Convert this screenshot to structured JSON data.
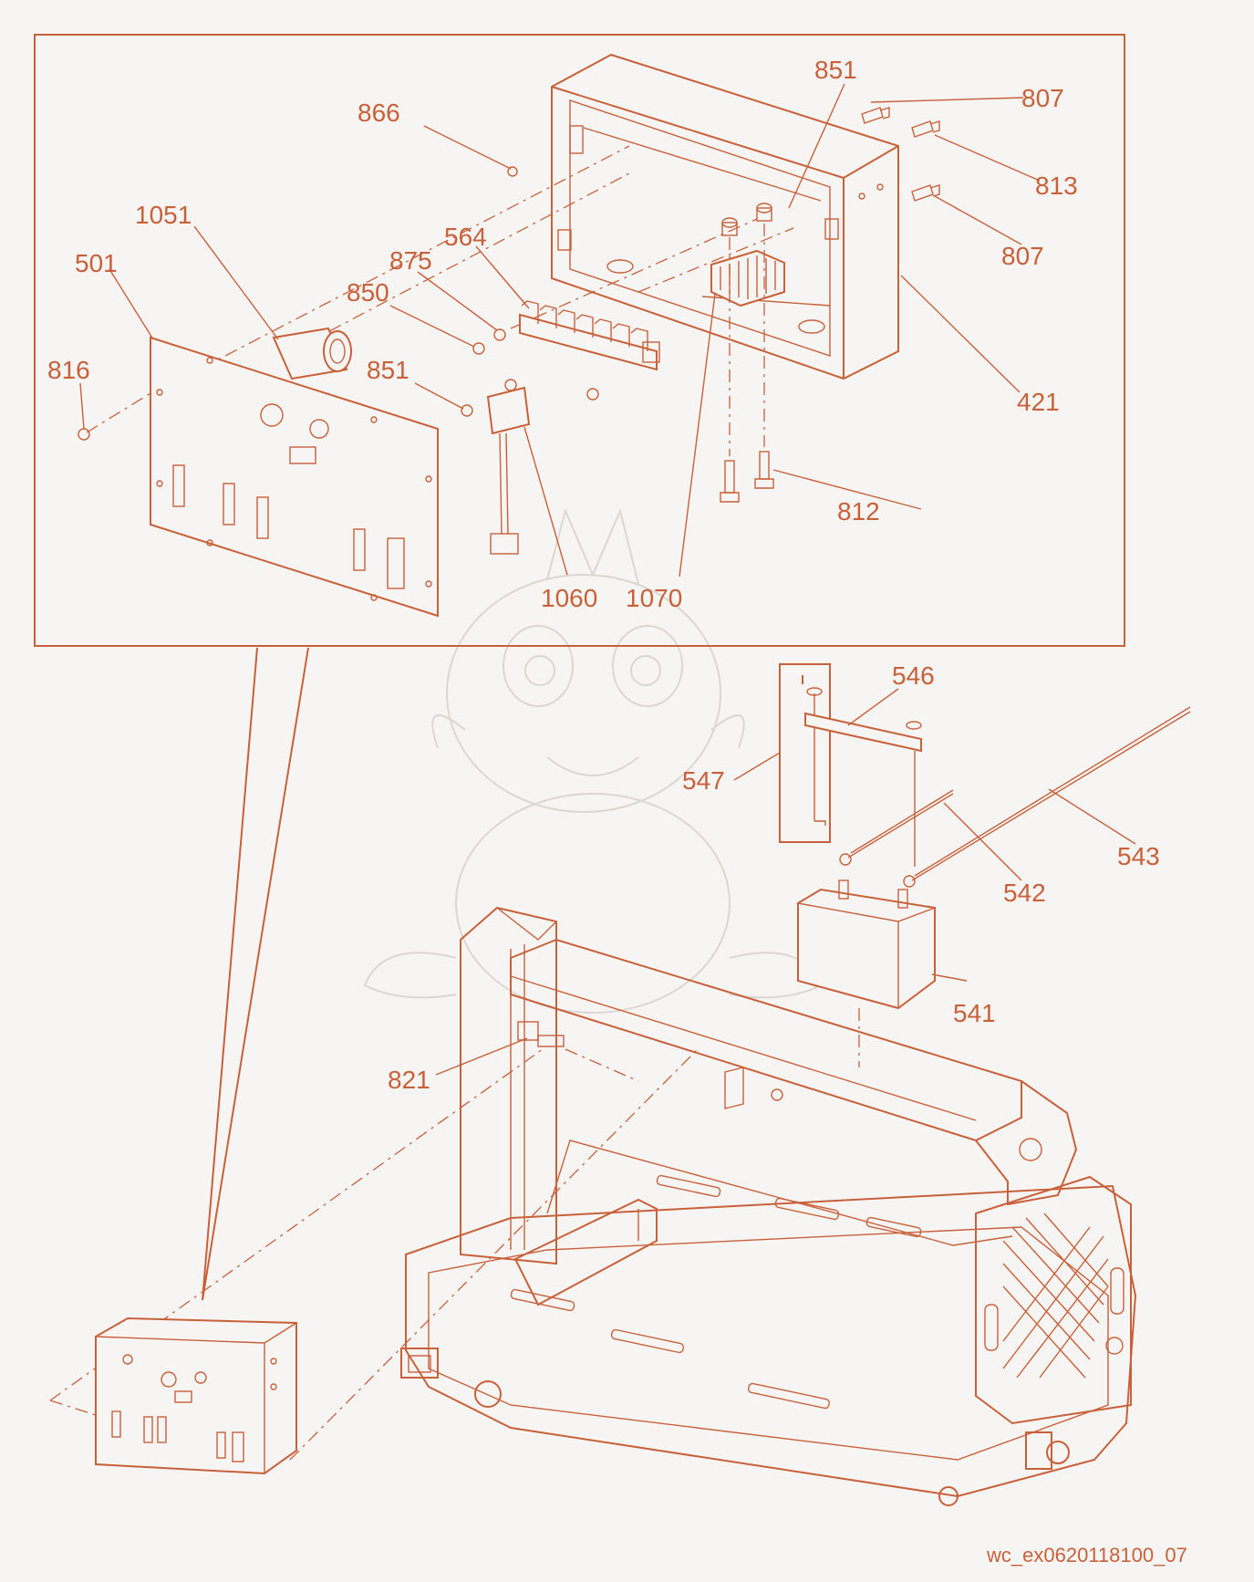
{
  "diagram": {
    "accent_color": "#c8603a",
    "background_color": "#f7f5f3",
    "callouts": {
      "c807a": "807",
      "c813": "813",
      "c807b": "807",
      "c851a": "851",
      "c866": "866",
      "c1051": "1051",
      "c501": "501",
      "c875": "875",
      "c564": "564",
      "c850": "850",
      "c816": "816",
      "c851b": "851",
      "c421": "421",
      "c812": "812",
      "c1060": "1060",
      "c1070": "1070",
      "c546": "546",
      "c547": "547",
      "c543": "543",
      "c542": "542",
      "c541": "541",
      "c821": "821"
    },
    "figure_id": "wc_ex0620118100_07"
  }
}
